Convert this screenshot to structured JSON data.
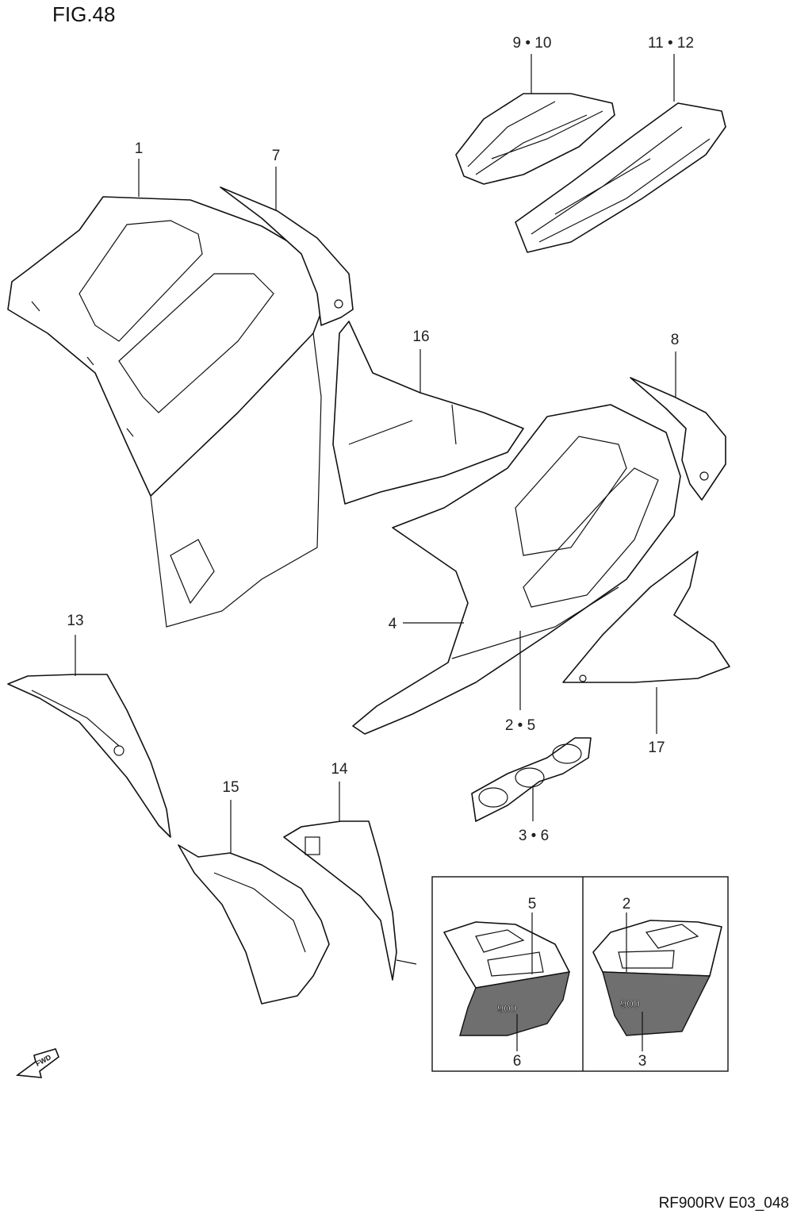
{
  "figure_title": "FIG.48",
  "drawing_code": "RF900RV E03_048",
  "fwd_label": "FWD",
  "callouts": {
    "c1": "1",
    "c7": "7",
    "c9_10": "9 • 10",
    "c11_12": "11 • 12",
    "c16": "16",
    "c8": "8",
    "c4": "4",
    "c2_5": "2 • 5",
    "c17": "17",
    "c13": "13",
    "c14": "14",
    "c15": "15",
    "c3_6": "3 • 6",
    "inset_5": "5",
    "inset_6": "6",
    "inset_2": "2",
    "inset_3": "3"
  },
  "inset_badges": {
    "left": "900",
    "right": "900"
  }
}
